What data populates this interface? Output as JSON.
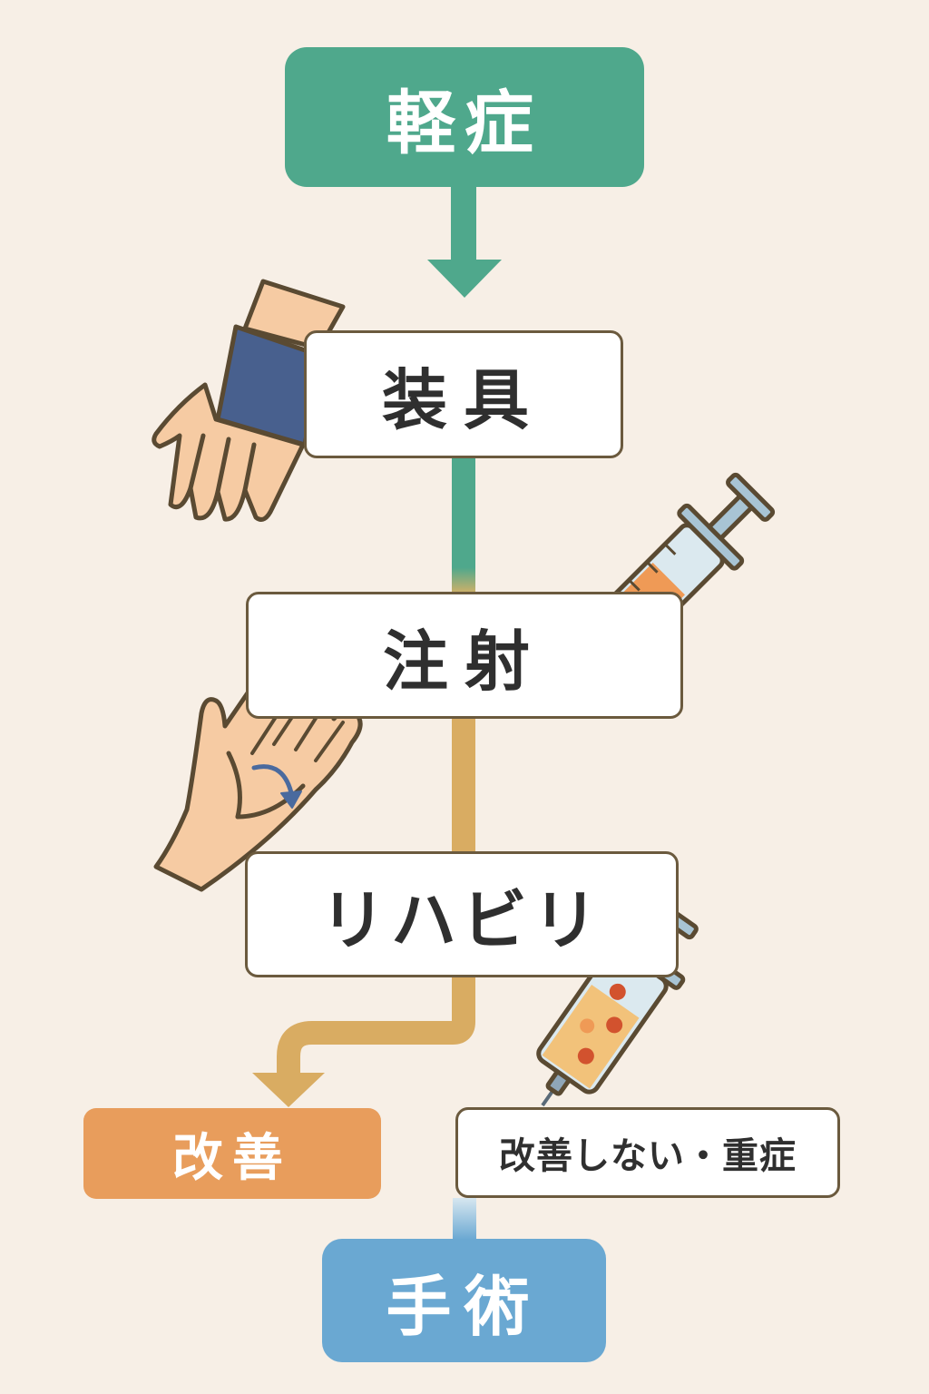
{
  "diagram": {
    "nodes": {
      "mild": "軽症",
      "brace": "装具",
      "injection": "注射",
      "rehab": "リハビリ",
      "improve": "改善",
      "no_improve": "改善しない・重症",
      "surgery": "手術"
    },
    "icons": {
      "brace": "wrist-brace-hand-icon",
      "injection": "syringe-icon",
      "rehab": "open-palm-hand-icon",
      "medicine": "syringe-with-particles-icon"
    },
    "colors": {
      "background": "#f7efe6",
      "mild": "#4fa88c",
      "improve": "#e89d5c",
      "surgery": "#6aa8d2",
      "gold_connector": "#d9ac62",
      "outline": "#6b5a3e"
    }
  }
}
